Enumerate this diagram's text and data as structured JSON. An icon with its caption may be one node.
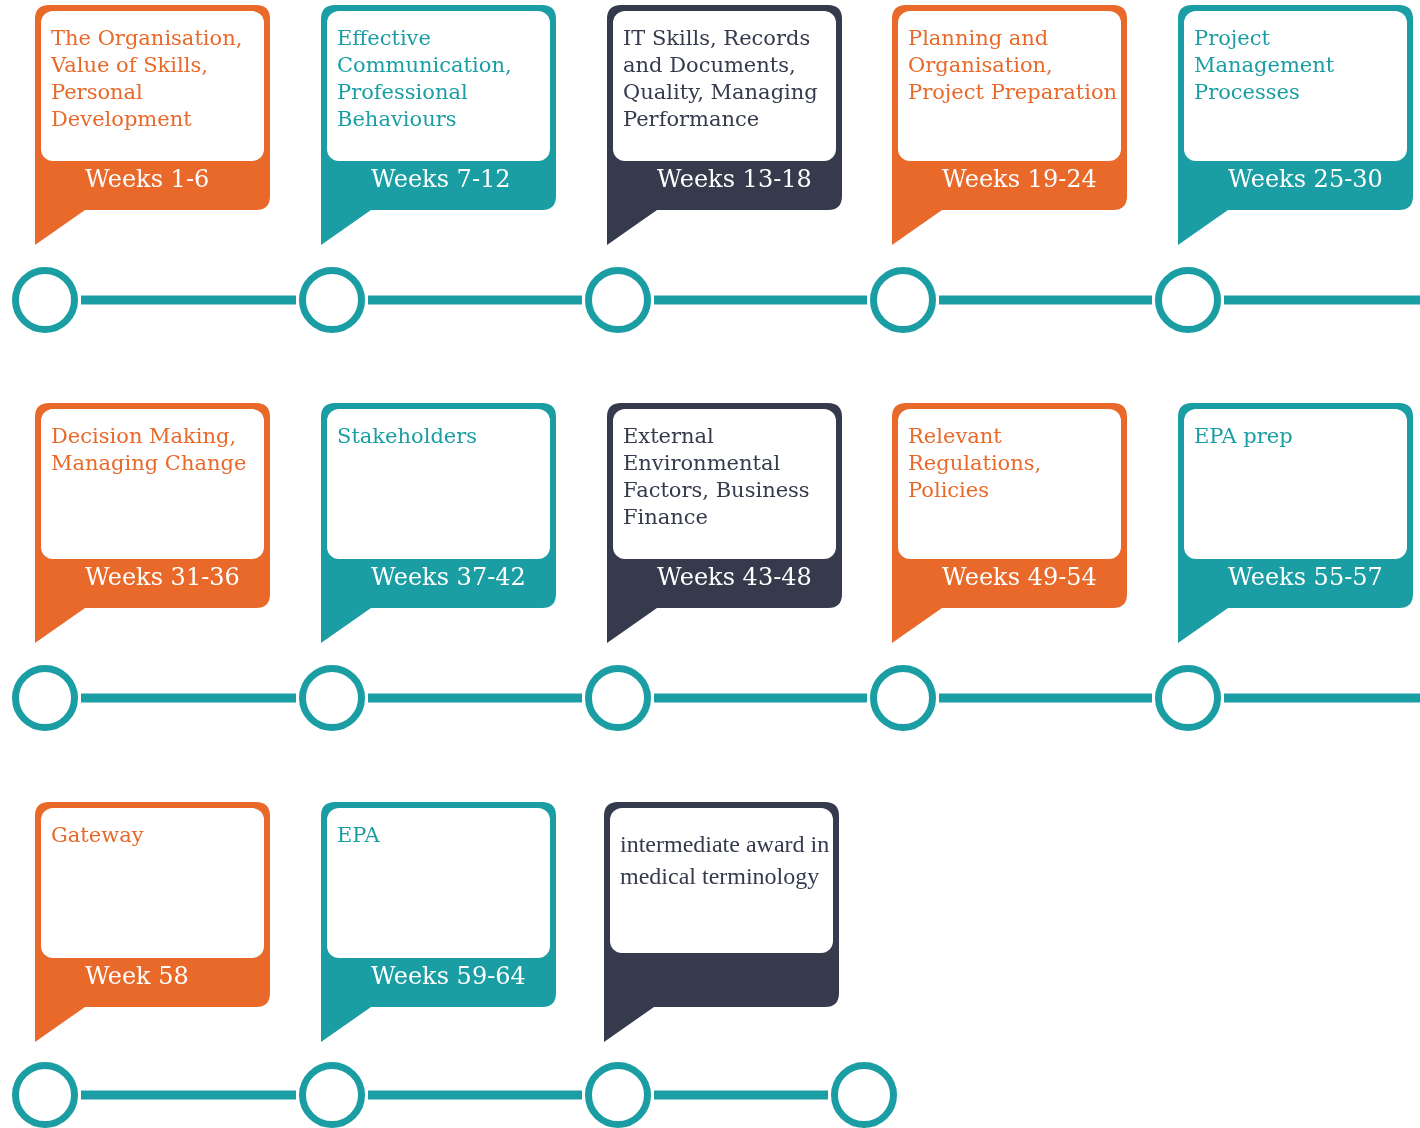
{
  "diagram": {
    "nodes": [
      {
        "text": [
          "The Organisation, Value of Skills, Personal Development",
          "Weeks 1-6"
        ]
      },
      {
        "text": [
          "Effective Communication, Professional Behaviours",
          "Weeks 7-12"
        ]
      },
      {
        "text": [
          "IT Skills, Records and Documents, Quality, Managing Performance",
          "Weeks 13-18"
        ]
      },
      {
        "text": [
          "Planning and Organisation, Project Preparation",
          "Weeks 19-24"
        ]
      },
      {
        "text": [
          "Project Management Processes",
          "Weeks 25-30"
        ]
      },
      {
        "text": [],
        "shape": "circle"
      },
      {
        "text": [],
        "shape": "circle"
      },
      {
        "text": [],
        "shape": "circle"
      },
      {
        "text": [],
        "shape": "circle"
      },
      {
        "text": [],
        "shape": "circle"
      },
      {
        "text": [
          "Decision Making, Managing Change",
          "Weeks 31-36"
        ]
      },
      {
        "text": [
          "Stakeholders",
          "Weeks 37-42"
        ]
      },
      {
        "text": [
          "External Environmental Factors, Business Finance",
          "Weeks 43-48"
        ]
      },
      {
        "text": [
          "Relevant Regulations, Policies",
          "Weeks 49-54"
        ]
      },
      {
        "text": [
          "EPA prep",
          "Weeks 55-57"
        ]
      },
      {
        "text": [],
        "shape": "circle"
      },
      {
        "text": [],
        "shape": "circle"
      },
      {
        "text": [],
        "shape": "circle"
      },
      {
        "text": [],
        "shape": "circle"
      },
      {
        "text": [],
        "shape": "circle"
      },
      {
        "text": [
          "Gateway",
          "Week 58"
        ]
      },
      {
        "text": [
          "EPA",
          "Weeks 59-64"
        ]
      },
      {
        "text": [
          "intermediate award in medical terminology"
        ]
      },
      {
        "text": [],
        "shape": "circle"
      },
      {
        "text": [],
        "shape": "circle"
      },
      {
        "text": [],
        "shape": "circle"
      },
      {
        "text": [],
        "shape": "circle"
      }
    ],
    "edges": [
      {
        "from": 5,
        "to": 6,
        "arrow": "none"
      },
      {
        "from": 6,
        "to": 7,
        "arrow": "none"
      },
      {
        "from": 7,
        "to": 8,
        "arrow": "none"
      },
      {
        "from": 8,
        "to": 9,
        "arrow": "none"
      },
      {
        "from": 9,
        "to": null,
        "arrow": "none"
      },
      {
        "from": 15,
        "to": 16,
        "arrow": "none"
      },
      {
        "from": 16,
        "to": 17,
        "arrow": "none"
      },
      {
        "from": 17,
        "to": 18,
        "arrow": "none"
      },
      {
        "from": 18,
        "to": 19,
        "arrow": "none"
      },
      {
        "from": 19,
        "to": null,
        "arrow": "none"
      },
      {
        "from": 23,
        "to": 24,
        "arrow": "none"
      },
      {
        "from": 24,
        "to": 25,
        "arrow": "none"
      },
      {
        "from": 25,
        "to": 26,
        "arrow": "none"
      }
    ]
  }
}
